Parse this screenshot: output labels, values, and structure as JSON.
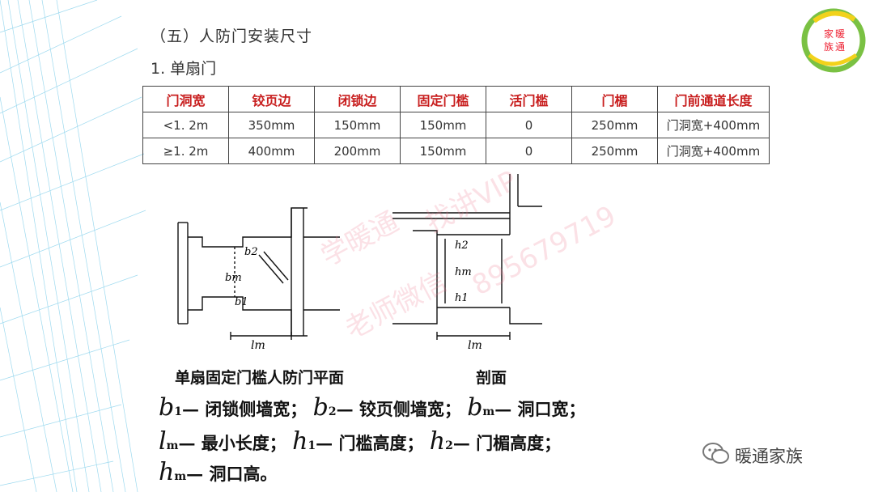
{
  "section_title": "（五）人防门安装尺寸",
  "sub_title": "1. 单扇门",
  "table": {
    "headers": [
      "门洞宽",
      "铰页边",
      "闭锁边",
      "固定门槛",
      "活门槛",
      "门楣",
      "门前通道长度"
    ],
    "rows": [
      [
        "<1. 2m",
        "350mm",
        "150mm",
        "150mm",
        "0",
        "250mm",
        "门洞宽+400mm"
      ],
      [
        "≥1. 2m",
        "400mm",
        "200mm",
        "150mm",
        "0",
        "250mm",
        "门洞宽+400mm"
      ]
    ]
  },
  "logo_text": [
    "家",
    "暖",
    "族",
    "通"
  ],
  "drawing": {
    "plan_labels": {
      "bm": "bm",
      "b2": "b2",
      "b1": "b1",
      "lm": "lm"
    },
    "section_labels": {
      "h2": "h2",
      "hm": "hm",
      "h1": "h1",
      "lm": "lm"
    }
  },
  "captions": {
    "plan": "单扇固定门槛人防门平面",
    "section": "剖面"
  },
  "legend": {
    "line1": {
      "b1_sym": "b",
      "b1_sub": "1",
      "b1_text": "— 闭锁侧墙宽；",
      "b2_sym": "b",
      "b2_sub": "2",
      "b2_text": "— 铰页侧墙宽；",
      "bm_sym": "b",
      "bm_sub": "m",
      "bm_text": "— 洞口宽；"
    },
    "line2": {
      "lm_sym": "l",
      "lm_sub": "m",
      "lm_text": "— 最小长度；",
      "h1_sym": "h",
      "h1_sub": "1",
      "h1_text": "— 门槛高度；",
      "h2_sym": "h",
      "h2_sub": "2",
      "h2_text": "— 门楣高度；"
    },
    "line3": {
      "hm_sym": "h",
      "hm_sub": "m",
      "hm_text": "— 洞口高。"
    }
  },
  "watermark": [
    "学暖通",
    "找讲VIP",
    "老师微信",
    "895679719"
  ],
  "wechat_label": "暖通家族",
  "colors": {
    "header_red": "#c81e1e",
    "logo_green": "#7ac143",
    "logo_yellow": "#f2d21b",
    "deco_blue": "#6ec6e8"
  }
}
